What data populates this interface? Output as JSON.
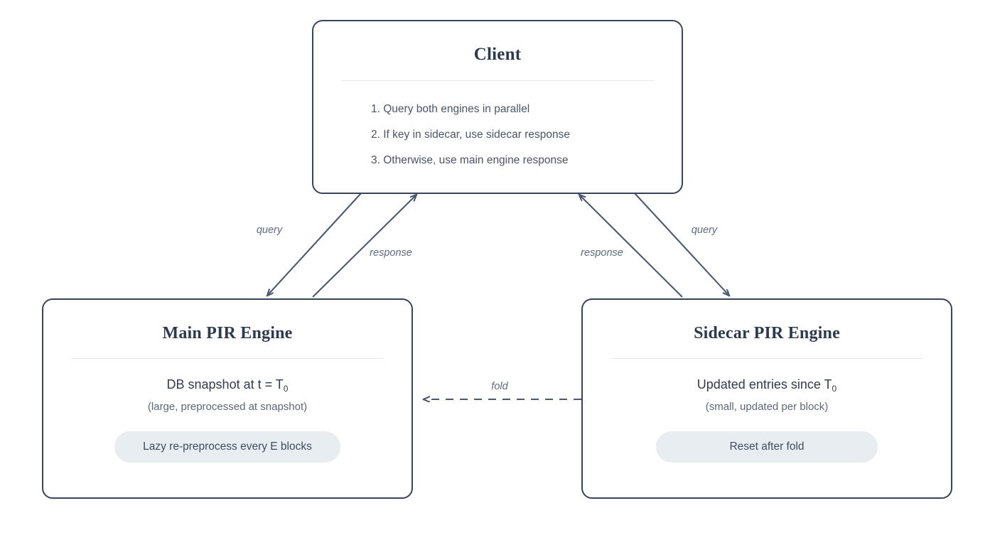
{
  "diagram": {
    "background": "#ffffff",
    "stroke_color": "#4a5a72",
    "border_color": "#37445c",
    "title_color": "#2c3a4f",
    "body_color": "#4a5568",
    "pill_background": "#e8edf2"
  },
  "client": {
    "title": "Client",
    "steps": [
      "1. Query both engines in parallel",
      "2. If key in sidecar, use sidecar response",
      "3. Otherwise, use main engine response"
    ]
  },
  "main_engine": {
    "title": "Main PIR Engine",
    "primary_prefix": "DB snapshot at t = T",
    "primary_subscript": "0",
    "caption": "(large, preprocessed at snapshot)",
    "pill": "Lazy re-preprocess every E blocks"
  },
  "sidecar_engine": {
    "title": "Sidecar PIR Engine",
    "primary_prefix": "Updated entries since T",
    "primary_subscript": "0",
    "caption": "(small, updated per block)",
    "pill": "Reset after fold"
  },
  "edges": {
    "query_left": "query",
    "response_left": "response",
    "response_right": "response",
    "query_right": "query",
    "fold": "fold"
  }
}
